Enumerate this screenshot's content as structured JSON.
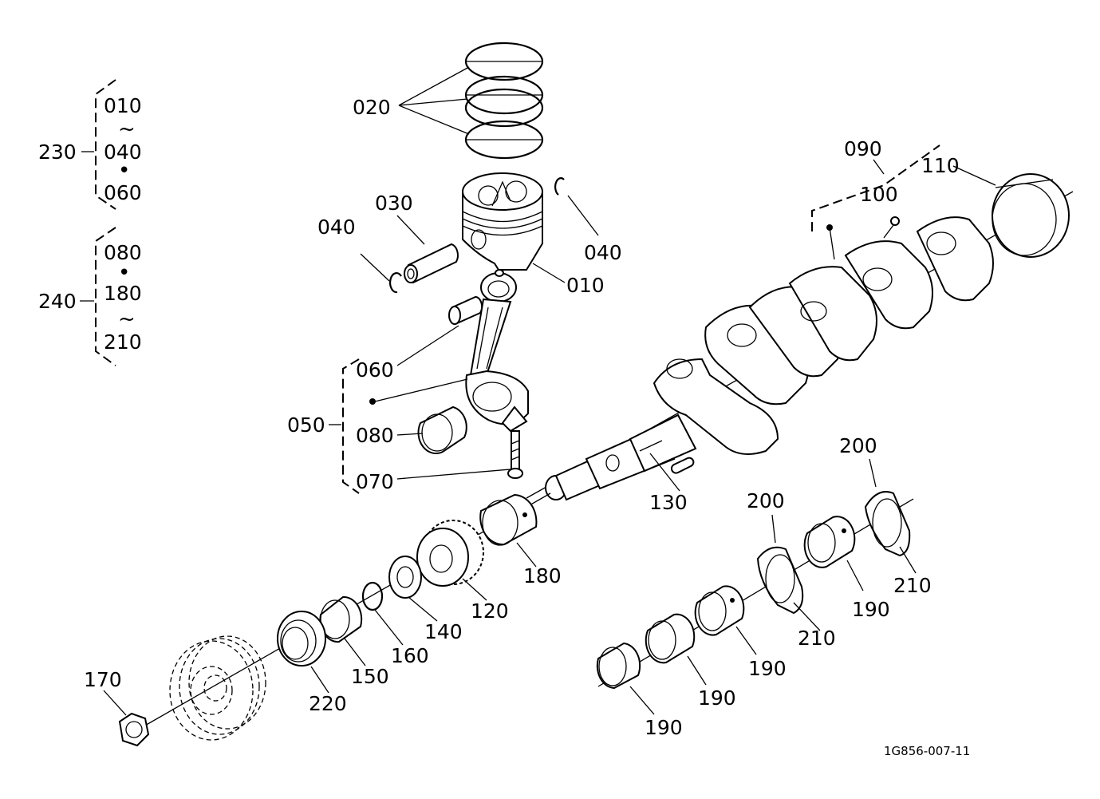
{
  "labels": {
    "p010": "010",
    "p020": "020",
    "p030": "030",
    "p040_left": "040",
    "p040_right": "040",
    "p050": "050",
    "p060": "060",
    "p070": "070",
    "p080": "080",
    "p090": "090",
    "p100": "100",
    "p110": "110",
    "p120": "120",
    "p130": "130",
    "p140": "140",
    "p150": "150",
    "p160": "160",
    "p170": "170",
    "p180": "180",
    "p190_a": "190",
    "p190_b": "190",
    "p190_c": "190",
    "p190_d": "190",
    "p200_a": "200",
    "p200_b": "200",
    "p210_a": "210",
    "p210_b": "210",
    "p220": "220"
  },
  "groups": {
    "g230": {
      "label": "230",
      "items": [
        "010",
        "~",
        "040",
        "•",
        "060"
      ]
    },
    "g240": {
      "label": "240",
      "items": [
        "080",
        "•",
        "180",
        "~",
        "210"
      ]
    }
  },
  "figure_code": "1G856-007-11"
}
